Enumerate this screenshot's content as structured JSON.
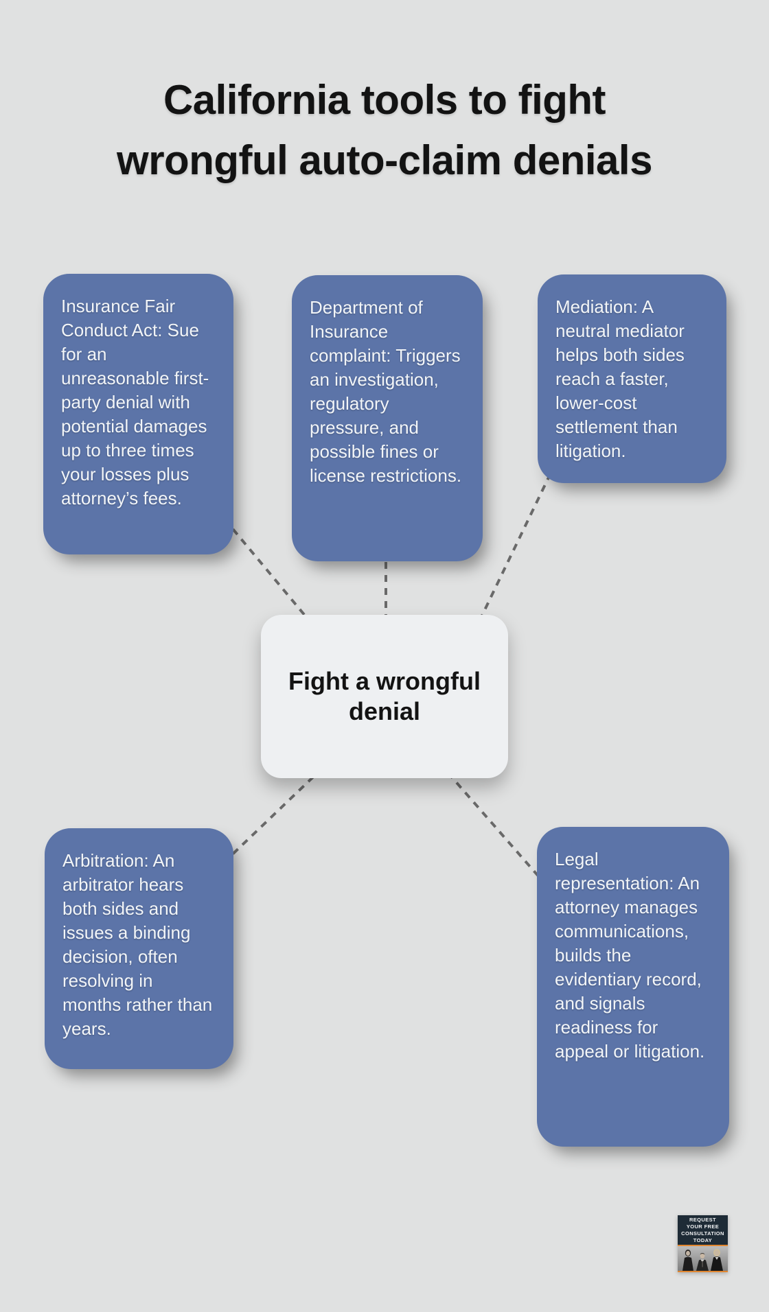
{
  "title": {
    "line1": "California tools to fight",
    "line2": "wrongful auto-claim denials"
  },
  "center": {
    "label": "Fight a wrongful denial"
  },
  "nodes": [
    {
      "id": "insurance-fair-conduct-act",
      "text": "Insurance Fair Conduct Act: Sue for an unreasonable first-party denial with potential damages up to three times your losses plus attorney’s fees."
    },
    {
      "id": "department-of-insurance-complaint",
      "text": "Department of Insurance complaint: Triggers an investigation, regulatory pressure, and possible fines or license restrictions."
    },
    {
      "id": "mediation",
      "text": "Mediation: A neutral mediator helps both sides reach a faster, lower-cost settlement than litigation."
    },
    {
      "id": "arbitration",
      "text": "Arbitration: An arbitrator hears both sides and issues a binding decision, often resolving in months rather than years."
    },
    {
      "id": "legal-representation",
      "text": "Legal representation: An attorney manages communications, builds the evidentiary record, and signals readiness for appeal or litigation."
    }
  ],
  "badge": {
    "lines": [
      "REQUEST",
      "YOUR FREE",
      "CONSULTATION",
      "TODAY"
    ]
  },
  "colors": {
    "bg": "#e0e1e1",
    "blue": "#5c74a8",
    "node-text": "#f2f5f8",
    "dark-text": "#131313",
    "center-bg": "#eef0f2",
    "dash": "#696969",
    "navy": "#1e2b36",
    "orange": "#e1862f"
  }
}
